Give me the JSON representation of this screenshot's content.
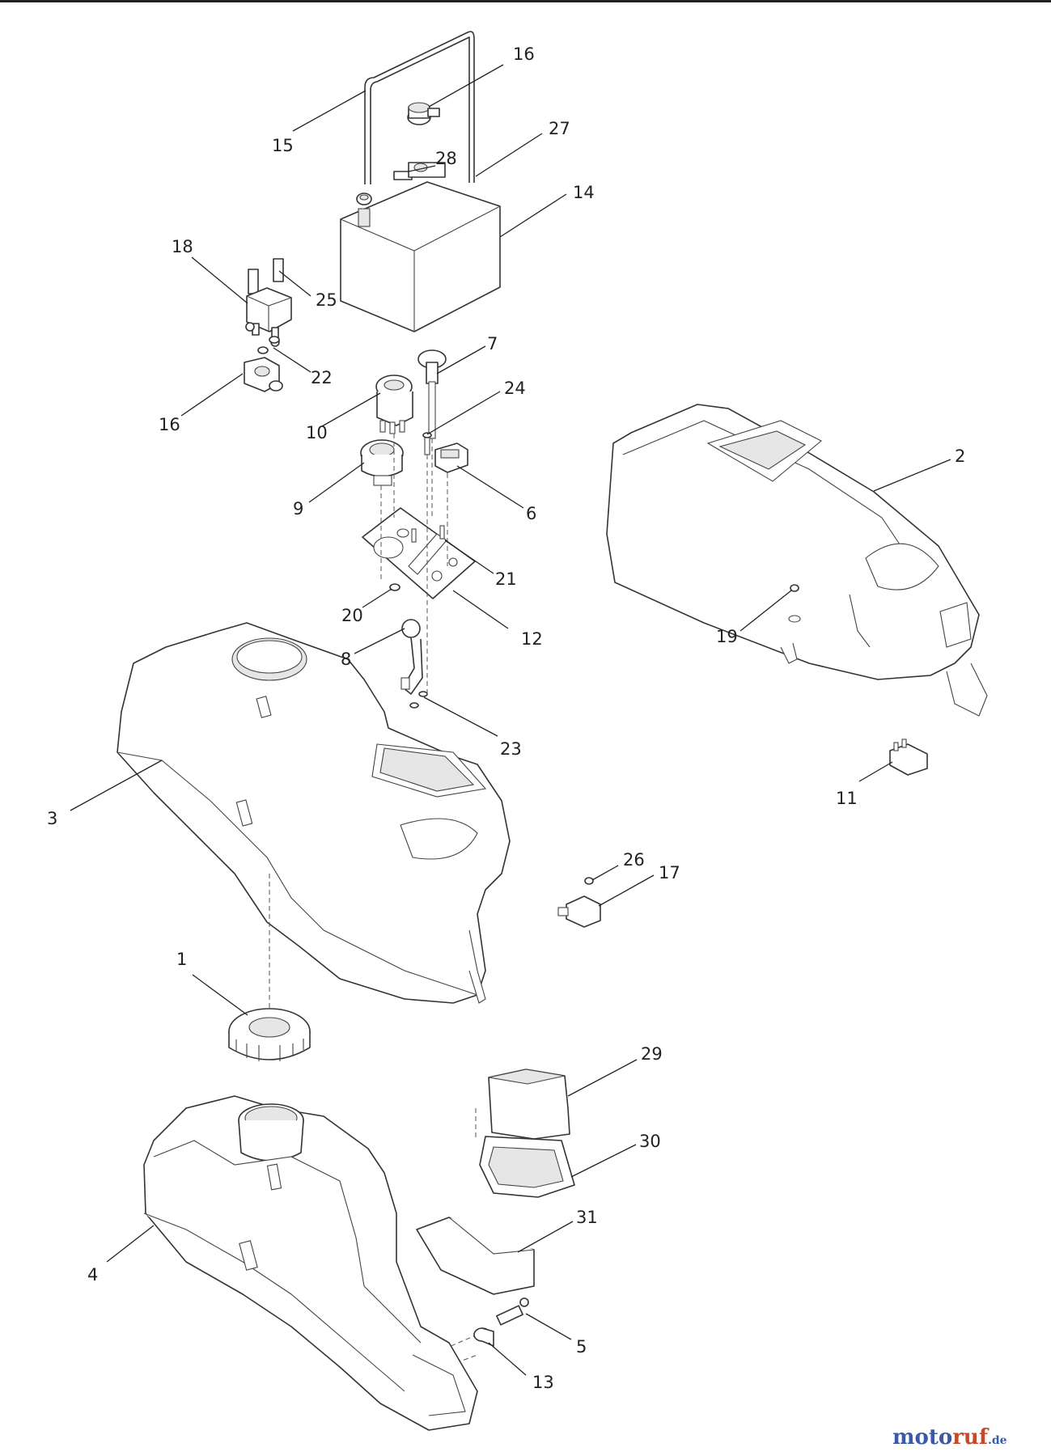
{
  "callouts": [
    {
      "id": "c16a",
      "label": "16"
    },
    {
      "id": "c15",
      "label": "15"
    },
    {
      "id": "c27",
      "label": "27"
    },
    {
      "id": "c28",
      "label": "28"
    },
    {
      "id": "c14",
      "label": "14"
    },
    {
      "id": "c18",
      "label": "18"
    },
    {
      "id": "c25",
      "label": "25"
    },
    {
      "id": "c22",
      "label": "22"
    },
    {
      "id": "c16b",
      "label": "16"
    },
    {
      "id": "c7",
      "label": "7"
    },
    {
      "id": "c24",
      "label": "24"
    },
    {
      "id": "c10",
      "label": "10"
    },
    {
      "id": "c9",
      "label": "9"
    },
    {
      "id": "c6",
      "label": "6"
    },
    {
      "id": "c21",
      "label": "21"
    },
    {
      "id": "c20",
      "label": "20"
    },
    {
      "id": "c12",
      "label": "12"
    },
    {
      "id": "c8",
      "label": "8"
    },
    {
      "id": "c23",
      "label": "23"
    },
    {
      "id": "c2",
      "label": "2"
    },
    {
      "id": "c19",
      "label": "19"
    },
    {
      "id": "c11",
      "label": "11"
    },
    {
      "id": "c3",
      "label": "3"
    },
    {
      "id": "c26",
      "label": "26"
    },
    {
      "id": "c17",
      "label": "17"
    },
    {
      "id": "c1",
      "label": "1"
    },
    {
      "id": "c29",
      "label": "29"
    },
    {
      "id": "c30",
      "label": "30"
    },
    {
      "id": "c31",
      "label": "31"
    },
    {
      "id": "c4",
      "label": "4"
    },
    {
      "id": "c5",
      "label": "5"
    },
    {
      "id": "c13",
      "label": "13"
    }
  ],
  "watermark": {
    "part1": "moto",
    "part2": "ruf",
    "part3": ".de"
  }
}
